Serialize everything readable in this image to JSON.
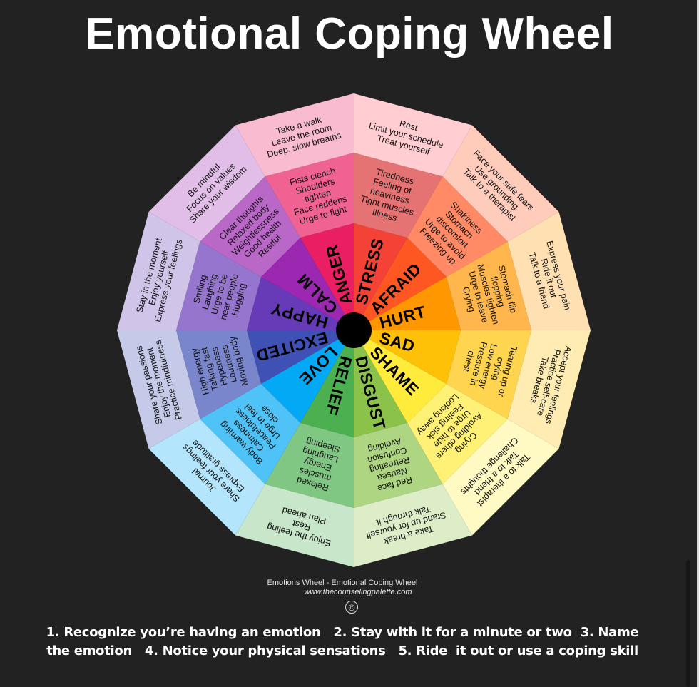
{
  "title": "Emotional Coping Wheel",
  "wheel": {
    "sectors": [
      {
        "emotion": "ANGER",
        "sensations": [
          "Fists clench",
          "Shoulders",
          "tighten",
          "Face reddens",
          "Urge to fight"
        ],
        "coping": [
          "Take a walk",
          "Leave the room",
          "Deep, slow breaths"
        ],
        "colors": [
          "#e91e63",
          "#f06292",
          "#f8bbd0"
        ]
      },
      {
        "emotion": "STRESS",
        "sensations": [
          "Tiredness",
          "Feeling of",
          "heaviness",
          "Tight muscles",
          "Illness"
        ],
        "coping": [
          "Rest",
          "Limit your schedule",
          "Treat yourself"
        ],
        "colors": [
          "#f44336",
          "#e57373",
          "#ffcdd2"
        ]
      },
      {
        "emotion": "AFRAID",
        "sensations": [
          "Shakiness",
          "Stomach",
          "discomfort",
          "Urge to avoid",
          "Freezing up"
        ],
        "coping": [
          "Face your safe fears",
          "Use grounding",
          "Talk to a therapist"
        ],
        "colors": [
          "#ff5722",
          "#ff8a65",
          "#ffccbc"
        ]
      },
      {
        "emotion": "HURT",
        "sensations": [
          "Stomach flip",
          "flopping",
          "Muscles tighten",
          "Urge to leave",
          "Crying"
        ],
        "coping": [
          "Express your pain",
          "Ride it out",
          "Talk to a friend"
        ],
        "colors": [
          "#ff9800",
          "#ffb74d",
          "#ffe0b2"
        ]
      },
      {
        "emotion": "SAD",
        "sensations": [
          "Tearing up or",
          "crying",
          "Low energy",
          "Pressure in",
          "chest"
        ],
        "coping": [
          "Accept your feelings",
          "Practice self-care",
          "Take breaks"
        ],
        "colors": [
          "#ffc107",
          "#ffd54f",
          "#ffecb3"
        ]
      },
      {
        "emotion": "SHAME",
        "sensations": [
          "Crying",
          "Avoiding others",
          "Urge to hide",
          "Feeling sick",
          "Looking away"
        ],
        "coping": [
          "Talk to a therapist",
          "Talk to a friend",
          "Challenge thoughts"
        ],
        "colors": [
          "#ffeb3b",
          "#fff176",
          "#fff9c4"
        ]
      },
      {
        "emotion": "DISGUST",
        "sensations": [
          "Red face",
          "Nausea",
          "Retreating",
          "Confusion",
          "Avoiding"
        ],
        "coping": [
          "Take a break",
          "Stand up for yourself",
          "Talk through it"
        ],
        "colors": [
          "#8bc34a",
          "#aed581",
          "#dcedc8"
        ]
      },
      {
        "emotion": "RELIEF",
        "sensations": [
          "Relaxed",
          "muscles",
          "Energy",
          "Laughing",
          "Sleeping"
        ],
        "coping": [
          "Enjoy the feeling",
          "Rest",
          "Plan ahead"
        ],
        "colors": [
          "#4caf50",
          "#81c784",
          "#c8e6c9"
        ]
      },
      {
        "emotion": "LOVE",
        "sensations": [
          "Body warming",
          "Calmness",
          "Peacefulness",
          "Urge to feel",
          "close"
        ],
        "coping": [
          "Journal",
          "Share your feelings",
          "Express gratitude"
        ],
        "colors": [
          "#03a9f4",
          "#4fc3f7",
          "#b3e5fc"
        ]
      },
      {
        "emotion": "EXCITED",
        "sensations": [
          "High energy",
          "Talking fast",
          "Hypeness",
          "Loudness",
          "Moving body"
        ],
        "coping": [
          "Share your passions",
          "Enjoy the moment",
          "Practice mindfulness"
        ],
        "colors": [
          "#3f51b5",
          "#7986cb",
          "#c5cae9"
        ]
      },
      {
        "emotion": "HAPPY",
        "sensations": [
          "Smiling",
          "Laughing",
          "Urge to be",
          "near people",
          "Hugging"
        ],
        "coping": [
          "Stay in the moment",
          "Enjoy yourself",
          "Express your feelings"
        ],
        "colors": [
          "#673ab7",
          "#9575cd",
          "#d1c4e9"
        ]
      },
      {
        "emotion": "CALM",
        "sensations": [
          "Clear thoughts",
          "Relaxed body",
          "Weightlessness",
          "Good health",
          "Restful"
        ],
        "coping": [
          "Be mindful",
          "Focus on values",
          "Share your wisdom"
        ],
        "colors": [
          "#9c27b0",
          "#ba68c8",
          "#e1bee7"
        ]
      }
    ]
  },
  "footer": {
    "caption": "Emotions Wheel  - Emotional Coping Wheel",
    "url": "www.thecounselingpalette.com",
    "copyright": "©"
  },
  "instructions": [
    "1. Recognize you’re having an emotion   2. Stay with it for a minute or two  3. Name",
    "the emotion   4. Notice your physical sensations   5. Ride  it out or use a coping skill"
  ]
}
